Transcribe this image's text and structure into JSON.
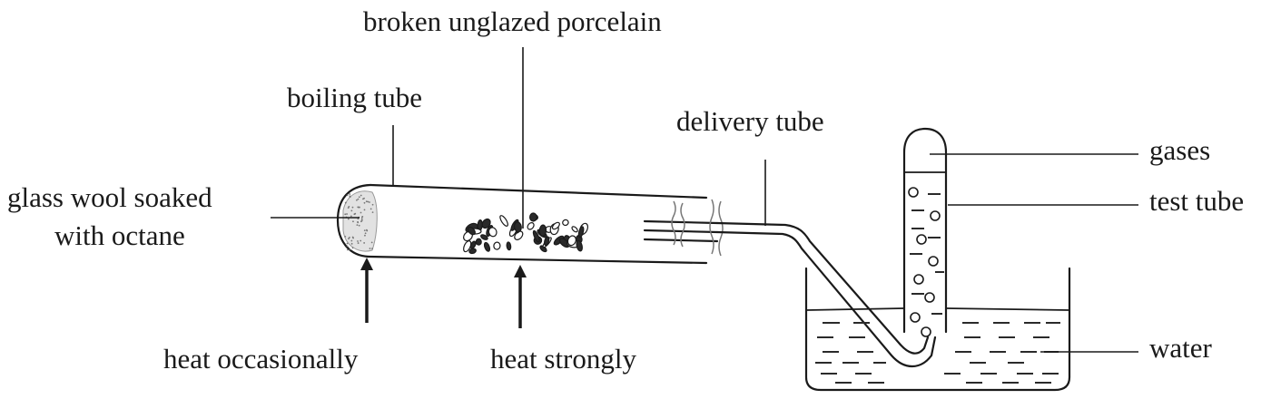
{
  "labels": {
    "porcelain": "broken unglazed porcelain",
    "boiling_tube": "boiling tube",
    "delivery_tube": "delivery tube",
    "glass_wool_line1": "glass wool soaked",
    "glass_wool_line2": "with octane",
    "gases": "gases",
    "test_tube": "test tube",
    "water": "water",
    "heat_occasionally": "heat occasionally",
    "heat_strongly": "heat strongly"
  }
}
